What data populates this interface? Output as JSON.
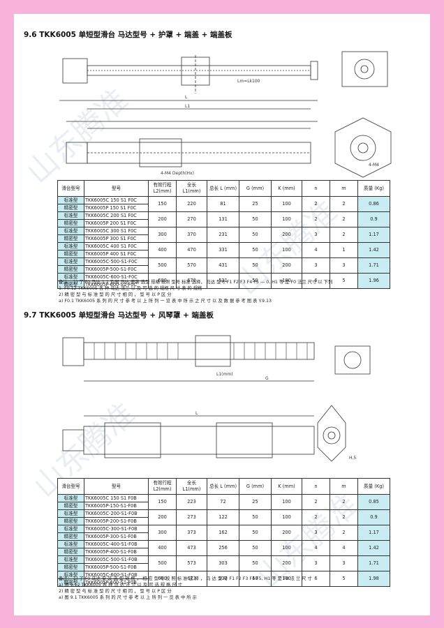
{
  "section1": {
    "title": "9.6 TKK6005 单短型滑台 马达型号 + 护罩 + 端盖 + 端盖板"
  },
  "section2": {
    "title": "9.7 TKK6005 单短型滑台 马达型号 + 风琴罩 + 端盖板"
  },
  "table1": {
    "headers": [
      "滑台型号",
      "型号",
      "有效行程 L2(mm)",
      "全长 L1(mm)",
      "总长 L (mm)",
      "G (mm)",
      "K (mm)",
      "n",
      "m",
      "质量 (Kg)"
    ],
    "rows": [
      {
        "type": "标准型",
        "model": "TKK6005C 150 S1 F0C",
        "stroke": "150",
        "l1": "220",
        "l": "81",
        "g": "25",
        "k": "100",
        "n": "2",
        "m": "2",
        "mass": "0.86"
      },
      {
        "type": "精密型",
        "model": "TKK6005P 150 S1 F0C",
        "stroke": "",
        "l1": "",
        "l": "",
        "g": "",
        "k": "",
        "n": "",
        "m": "",
        "mass": ""
      },
      {
        "type": "标准型",
        "model": "TKK6005C 200 S1 F0C",
        "stroke": "200",
        "l1": "270",
        "l": "131",
        "g": "50",
        "k": "100",
        "n": "2",
        "m": "2",
        "mass": "0.9"
      },
      {
        "type": "精密型",
        "model": "TKK6005P 200 S1 F0C",
        "stroke": "",
        "l1": "",
        "l": "",
        "g": "",
        "k": "",
        "n": "",
        "m": "",
        "mass": ""
      },
      {
        "type": "标准型",
        "model": "TKK6005C 300 S1 F0C",
        "stroke": "300",
        "l1": "370",
        "l": "231",
        "g": "50",
        "k": "200",
        "n": "3",
        "m": "2",
        "mass": "1.17"
      },
      {
        "type": "精密型",
        "model": "TKK6005P 300 S1 F0C",
        "stroke": "",
        "l1": "",
        "l": "",
        "g": "",
        "k": "",
        "n": "",
        "m": "",
        "mass": ""
      },
      {
        "type": "标准型",
        "model": "TKK6005C 400 S1 F0C",
        "stroke": "400",
        "l1": "470",
        "l": "331",
        "g": "50",
        "k": "100",
        "n": "4",
        "m": "1",
        "mass": "1.42"
      },
      {
        "type": "精密型",
        "model": "TKK6005P 400 S1 F0C",
        "stroke": "",
        "l1": "",
        "l": "",
        "g": "",
        "k": "",
        "n": "",
        "m": "",
        "mass": ""
      },
      {
        "type": "标准型",
        "model": "TKK6005C-500-S1-F0C",
        "stroke": "500",
        "l1": "570",
        "l": "431",
        "g": "50",
        "k": "200",
        "n": "3",
        "m": "3",
        "mass": "1.71"
      },
      {
        "type": "精密型",
        "model": "TKK6005P-500-S1-F0C",
        "stroke": "",
        "l1": "",
        "l": "",
        "g": "",
        "k": "",
        "n": "",
        "m": "",
        "mass": ""
      },
      {
        "type": "标准型",
        "model": "TKK6005C-600-S1-F0C",
        "stroke": "600",
        "l1": "670",
        "l": "531",
        "g": "50",
        "k": "100",
        "n": "6",
        "m": "5",
        "mass": "1.96"
      },
      {
        "type": "精密型",
        "model": "TKK6005P-600-S1-F0C",
        "stroke": "",
        "l1": "",
        "l": "",
        "g": "",
        "k": "",
        "n": "",
        "m": "",
        "mass": ""
      }
    ],
    "notes": [
      "备注： 1) 了 F0 马达 1.1 及图 马达 安装 选型 规格 按照 型号 标准 选择， 马达 型号 F1 F2 F3 F4 F5 — 0, H1 等 是 F0 法兰 尺寸 以 下列",
      "          1. F0.12 TKK6005 各 种 马达 法兰 以 及 可 选 的 规格 尺 寸 表 的 规格",
      "          2) 精 密 型 与 标 准 型 的 尺 寸 相 同 ， 型 号 以 P 区 分",
      "          a) F0.1 TKK6005 系 列 的 尺 寸 参 考 以 上 所 列 一 览 表 中 所 示 之 尺 寸 以 及 数 据 参 考 图 表 Y.9.13"
    ]
  },
  "table2": {
    "headers": [
      "滑台型号",
      "型号",
      "有效行程 L2(mm)",
      "全长 L1(mm)",
      "总长 L (mm)",
      "G (mm)",
      "K (mm)",
      "n",
      "m",
      "质量 (Kg)"
    ],
    "rows": [
      {
        "type": "标准型",
        "model": "TKK6005C 150 S1 F0B",
        "stroke": "150",
        "l1": "223",
        "l": "72",
        "g": "25",
        "k": "100",
        "n": "2",
        "m": "2",
        "mass": "0.85"
      },
      {
        "type": "精密型",
        "model": "TKK6005P-150-S1-F0B",
        "stroke": "",
        "l1": "",
        "l": "",
        "g": "",
        "k": "",
        "n": "",
        "m": "",
        "mass": ""
      },
      {
        "type": "标准型",
        "model": "TKK6005C-200-S1-F0B",
        "stroke": "200",
        "l1": "273",
        "l": "122",
        "g": "50",
        "k": "100",
        "n": "2",
        "m": "2",
        "mass": "0.9"
      },
      {
        "type": "精密型",
        "model": "TKK6005P-200-S1-F0B",
        "stroke": "",
        "l1": "",
        "l": "",
        "g": "",
        "k": "",
        "n": "",
        "m": "",
        "mass": ""
      },
      {
        "type": "标准型",
        "model": "TKK6005C-300-S1-F0B",
        "stroke": "300",
        "l1": "373",
        "l": "162",
        "g": "50",
        "k": "200",
        "n": "3",
        "m": "2",
        "mass": "1.17"
      },
      {
        "type": "精密型",
        "model": "TKK6005P-300-S1-F0B",
        "stroke": "",
        "l1": "",
        "l": "",
        "g": "",
        "k": "",
        "n": "",
        "m": "",
        "mass": ""
      },
      {
        "type": "标准型",
        "model": "TKK6005C-400-S1-F0B",
        "stroke": "400",
        "l1": "473",
        "l": "256",
        "g": "50",
        "k": "100",
        "n": "4",
        "m": "4",
        "mass": "1.42"
      },
      {
        "type": "精密型",
        "model": "TKK6005P-400-S1-F0B",
        "stroke": "",
        "l1": "",
        "l": "",
        "g": "",
        "k": "",
        "n": "",
        "m": "",
        "mass": ""
      },
      {
        "type": "标准型",
        "model": "TKK6005C-500-S1-F0B",
        "stroke": "500",
        "l1": "573",
        "l": "303",
        "g": "50",
        "k": "200",
        "n": "3",
        "m": "3",
        "mass": "1.71"
      },
      {
        "type": "精密型",
        "model": "TKK6005P-500-S1-F0B",
        "stroke": "",
        "l1": "",
        "l": "",
        "g": "",
        "k": "",
        "n": "",
        "m": "",
        "mass": ""
      },
      {
        "type": "标准型",
        "model": "TKK6005C-600-S1-F0B",
        "stroke": "600",
        "l1": "673",
        "l": "332",
        "g": "50",
        "k": "100",
        "n": "6",
        "m": "5",
        "mass": "1.98"
      },
      {
        "type": "精密型",
        "model": "TKK6005P-600-S1-F0B",
        "stroke": "",
        "l1": "",
        "l": "",
        "g": "",
        "k": "",
        "n": "",
        "m": "",
        "mass": ""
      }
    ],
    "notes": [
      "备注： 1) 了 F0 马达 安 装 选 型 规 格 ， 相 应 型 号 按 照 标 准 选 择 ， 马 达 型 号 F1 F2 F3 F4 F5, H1 等 是 F0 法 兰 尺 寸",
      "          a) 图 9.12 TKK6005 各 种 马 达 法 兰 以 及 可 选 规 格 尺 寸",
      "          2) 精 密 型 与 标 准 型 的 尺 寸 相 同 ， 型 号 以 P 区 分",
      "          a) 图 9.1 TKK6005 系 列 的 尺 寸 参 考 以 上 所 列 一 览 表 中 所 示"
    ]
  },
  "drawing1": {
    "dim_L": "L",
    "dim_L1": "L1",
    "dim_Lk": "Lm=Lk100",
    "dim_side": "4-M4 Depth(Hx)",
    "dim_view": "4-M4"
  },
  "drawing2": {
    "dim_L1": "L1(mm)",
    "dim_L": "L",
    "dim_G": "G",
    "dim_view": "H,5"
  },
  "watermark": {
    "text1": "山东腾准",
    "text2": "山东腾准"
  }
}
